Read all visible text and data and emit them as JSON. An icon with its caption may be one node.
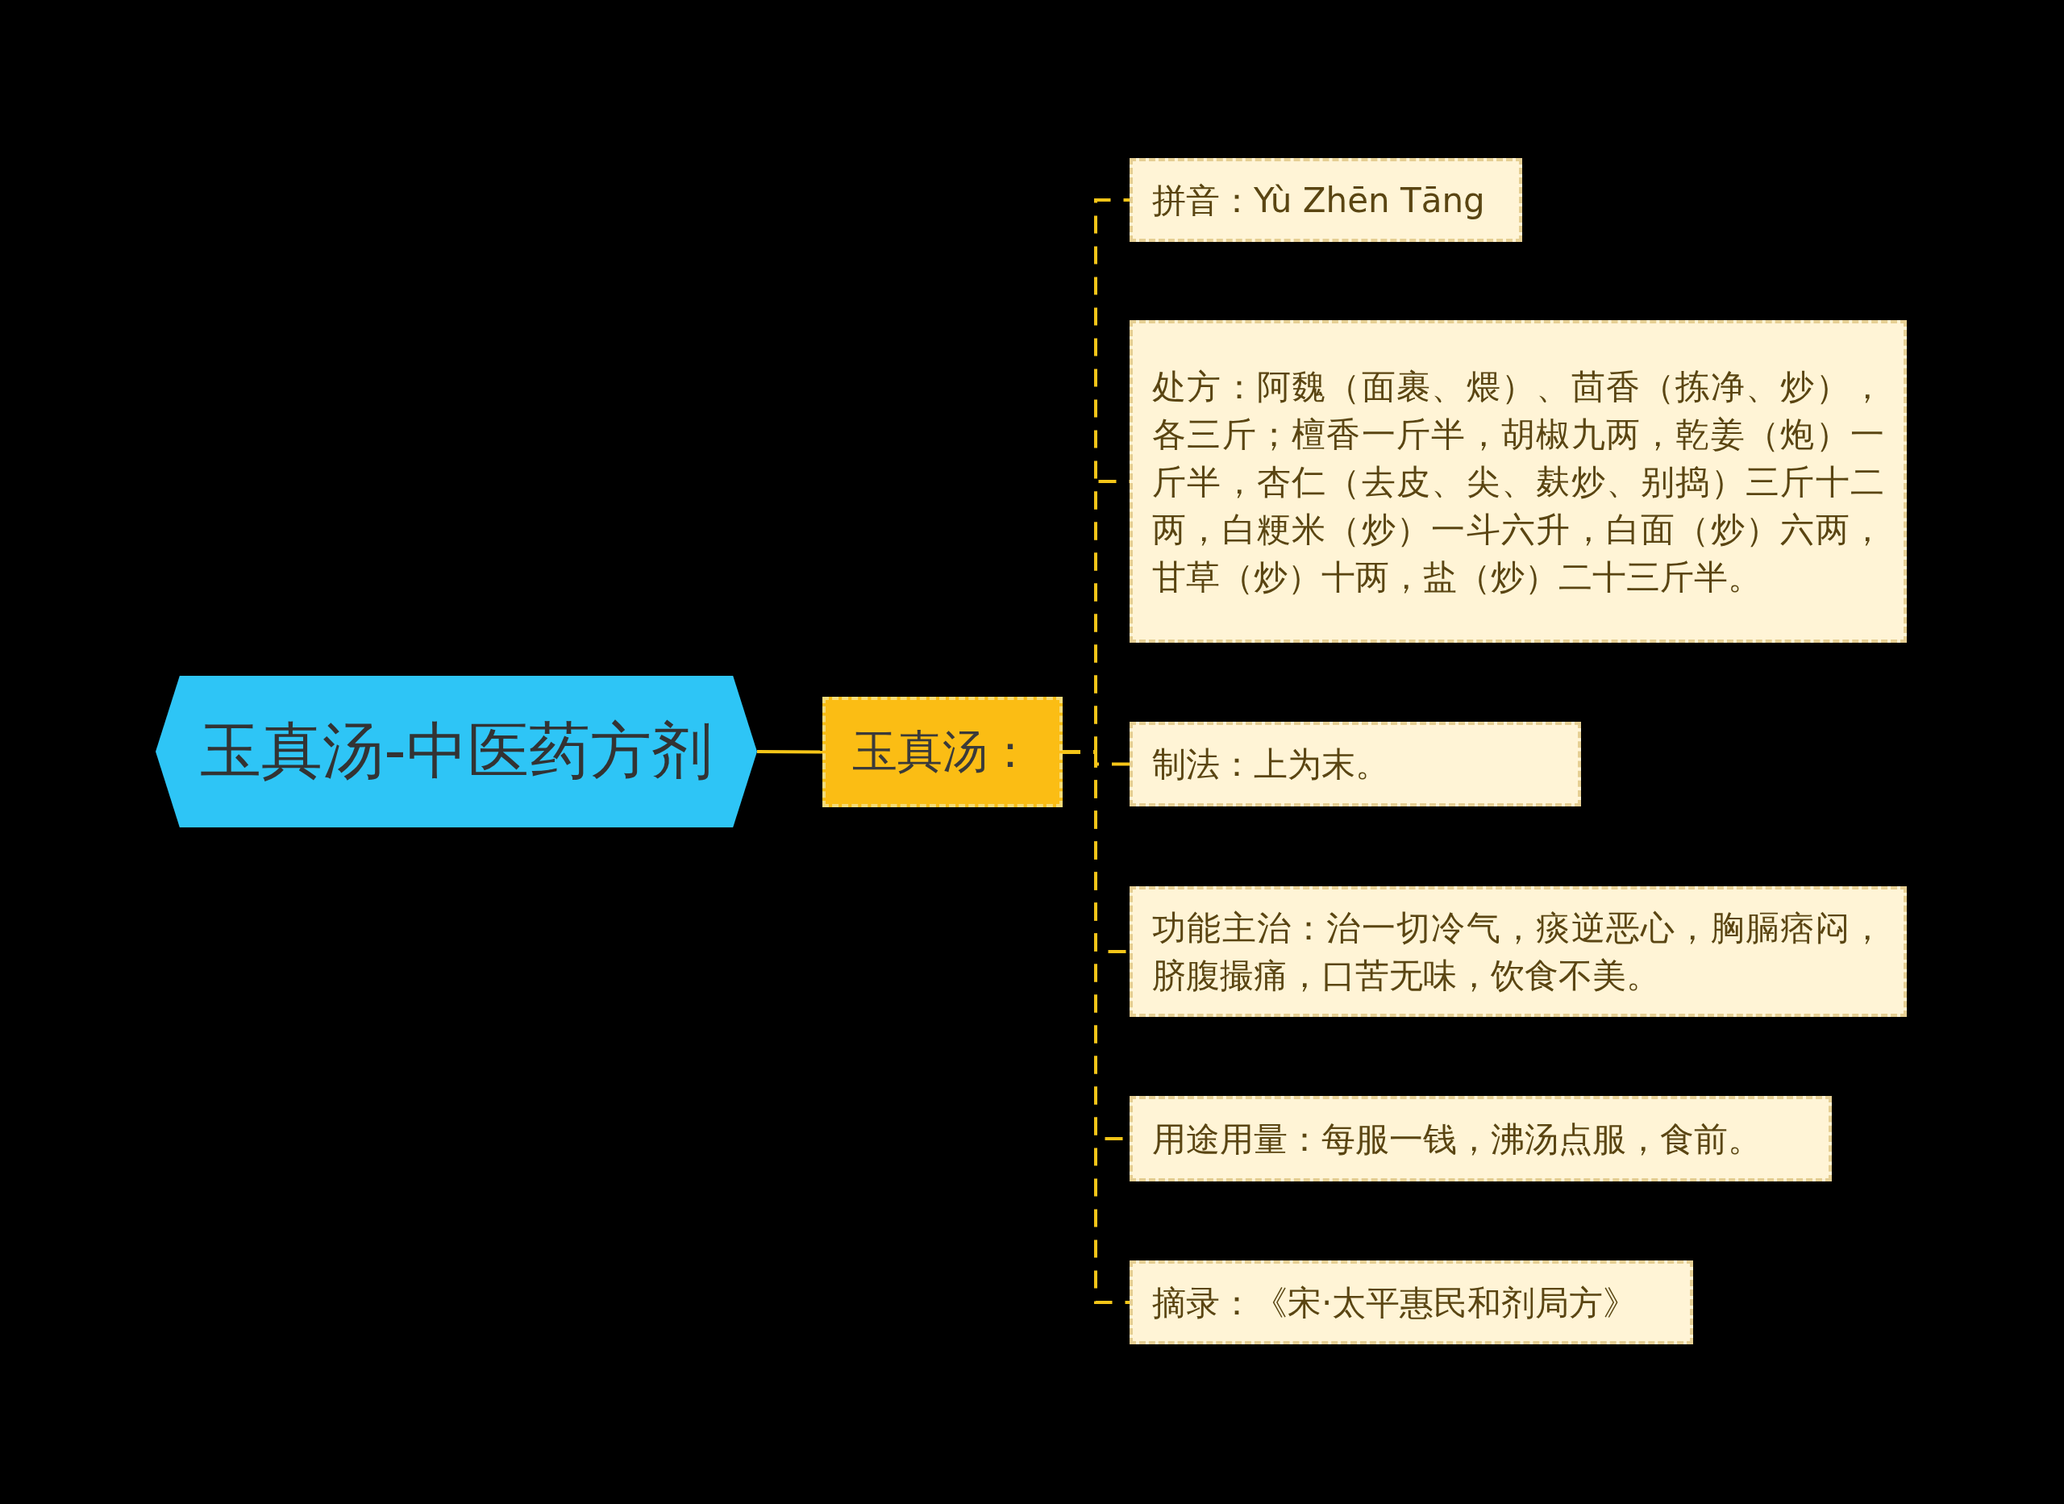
{
  "diagram": {
    "nodes": [
      {
        "text": [
          "玉真汤-中医药方剂"
        ]
      },
      {
        "text": [
          "玉真汤："
        ]
      },
      {
        "text": [
          "拼音：Yù Zhēn Tāng"
        ]
      },
      {
        "text": [
          "处方：阿魏（面裹、煨）、茴香（拣净、炒），各三斤；檀香一斤半，胡椒九两，乾姜（炮）一斤半，杏仁（去皮、尖、麸炒、别捣）三斤十二两，白粳米（炒）一斗六升，白面（炒）六两，甘草（炒）十两，盐（炒）二十三斤半。"
        ]
      },
      {
        "text": [
          "制法：上为末。"
        ]
      },
      {
        "text": [
          "功能主治：治一切冷气，痰逆恶心，胸膈痞闷，脐腹撮痛，口苦无味，饮食不美。"
        ]
      },
      {
        "text": [
          "用途用量：每服一钱，沸汤点服，食前。"
        ]
      },
      {
        "text": [
          "摘录：《宋·太平惠民和剂局方》"
        ]
      }
    ],
    "edges": [
      {
        "from": 0,
        "to": 1,
        "arrow": "none"
      },
      {
        "from": 1,
        "to": 2,
        "arrow": "none",
        "style": "dashed"
      },
      {
        "from": 1,
        "to": 3,
        "arrow": "none",
        "style": "dashed"
      },
      {
        "from": 1,
        "to": 4,
        "arrow": "none",
        "style": "dashed"
      },
      {
        "from": 1,
        "to": 5,
        "arrow": "none",
        "style": "dashed"
      },
      {
        "from": 1,
        "to": 6,
        "arrow": "none",
        "style": "dashed"
      },
      {
        "from": 1,
        "to": 7,
        "arrow": "none",
        "style": "dashed"
      }
    ]
  }
}
